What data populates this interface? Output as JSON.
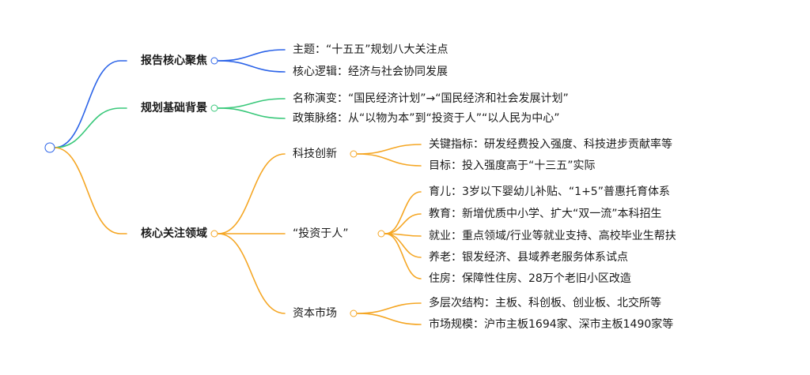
{
  "colors": {
    "blue": "#2b63e8",
    "green": "#39c87a",
    "orange": "#f5a623"
  },
  "branches": [
    {
      "label": "报告核心聚焦",
      "color": "blue",
      "children": [
        {
          "label": "主题：“十五五”规划八大关注点"
        },
        {
          "label": "核心逻辑：经济与社会协同发展"
        }
      ]
    },
    {
      "label": "规划基础背景",
      "color": "green",
      "children": [
        {
          "label": "名称演变：“国民经济计划”→“国民经济和社会发展计划”"
        },
        {
          "label": "政策脉络：从“以物为本”到“投资于人”“以人民为中心”"
        }
      ]
    },
    {
      "label": "核心关注领域",
      "color": "orange",
      "children": [
        {
          "label": "科技创新",
          "children": [
            {
              "label": "关键指标：研发经费投入强度、科技进步贡献率等"
            },
            {
              "label": "目标：投入强度高于“十三五”实际"
            }
          ]
        },
        {
          "label": "“投资于人”",
          "children": [
            {
              "label": "育儿：3岁以下婴幼儿补贴、“1+5”普惠托育体系"
            },
            {
              "label": "教育：新增优质中小学、扩大“双一流”本科招生"
            },
            {
              "label": "就业：重点领域/行业等就业支持、高校毕业生帮扶"
            },
            {
              "label": "养老：银发经济、县域养老服务体系试点"
            },
            {
              "label": "住房：保障性住房、28万个老旧小区改造"
            }
          ]
        },
        {
          "label": "资本市场",
          "children": [
            {
              "label": "多层次结构：主板、科创板、创业板、北交所等"
            },
            {
              "label": "市场规模：沪市主板1694家、深市主板1490家等"
            }
          ]
        }
      ]
    }
  ]
}
